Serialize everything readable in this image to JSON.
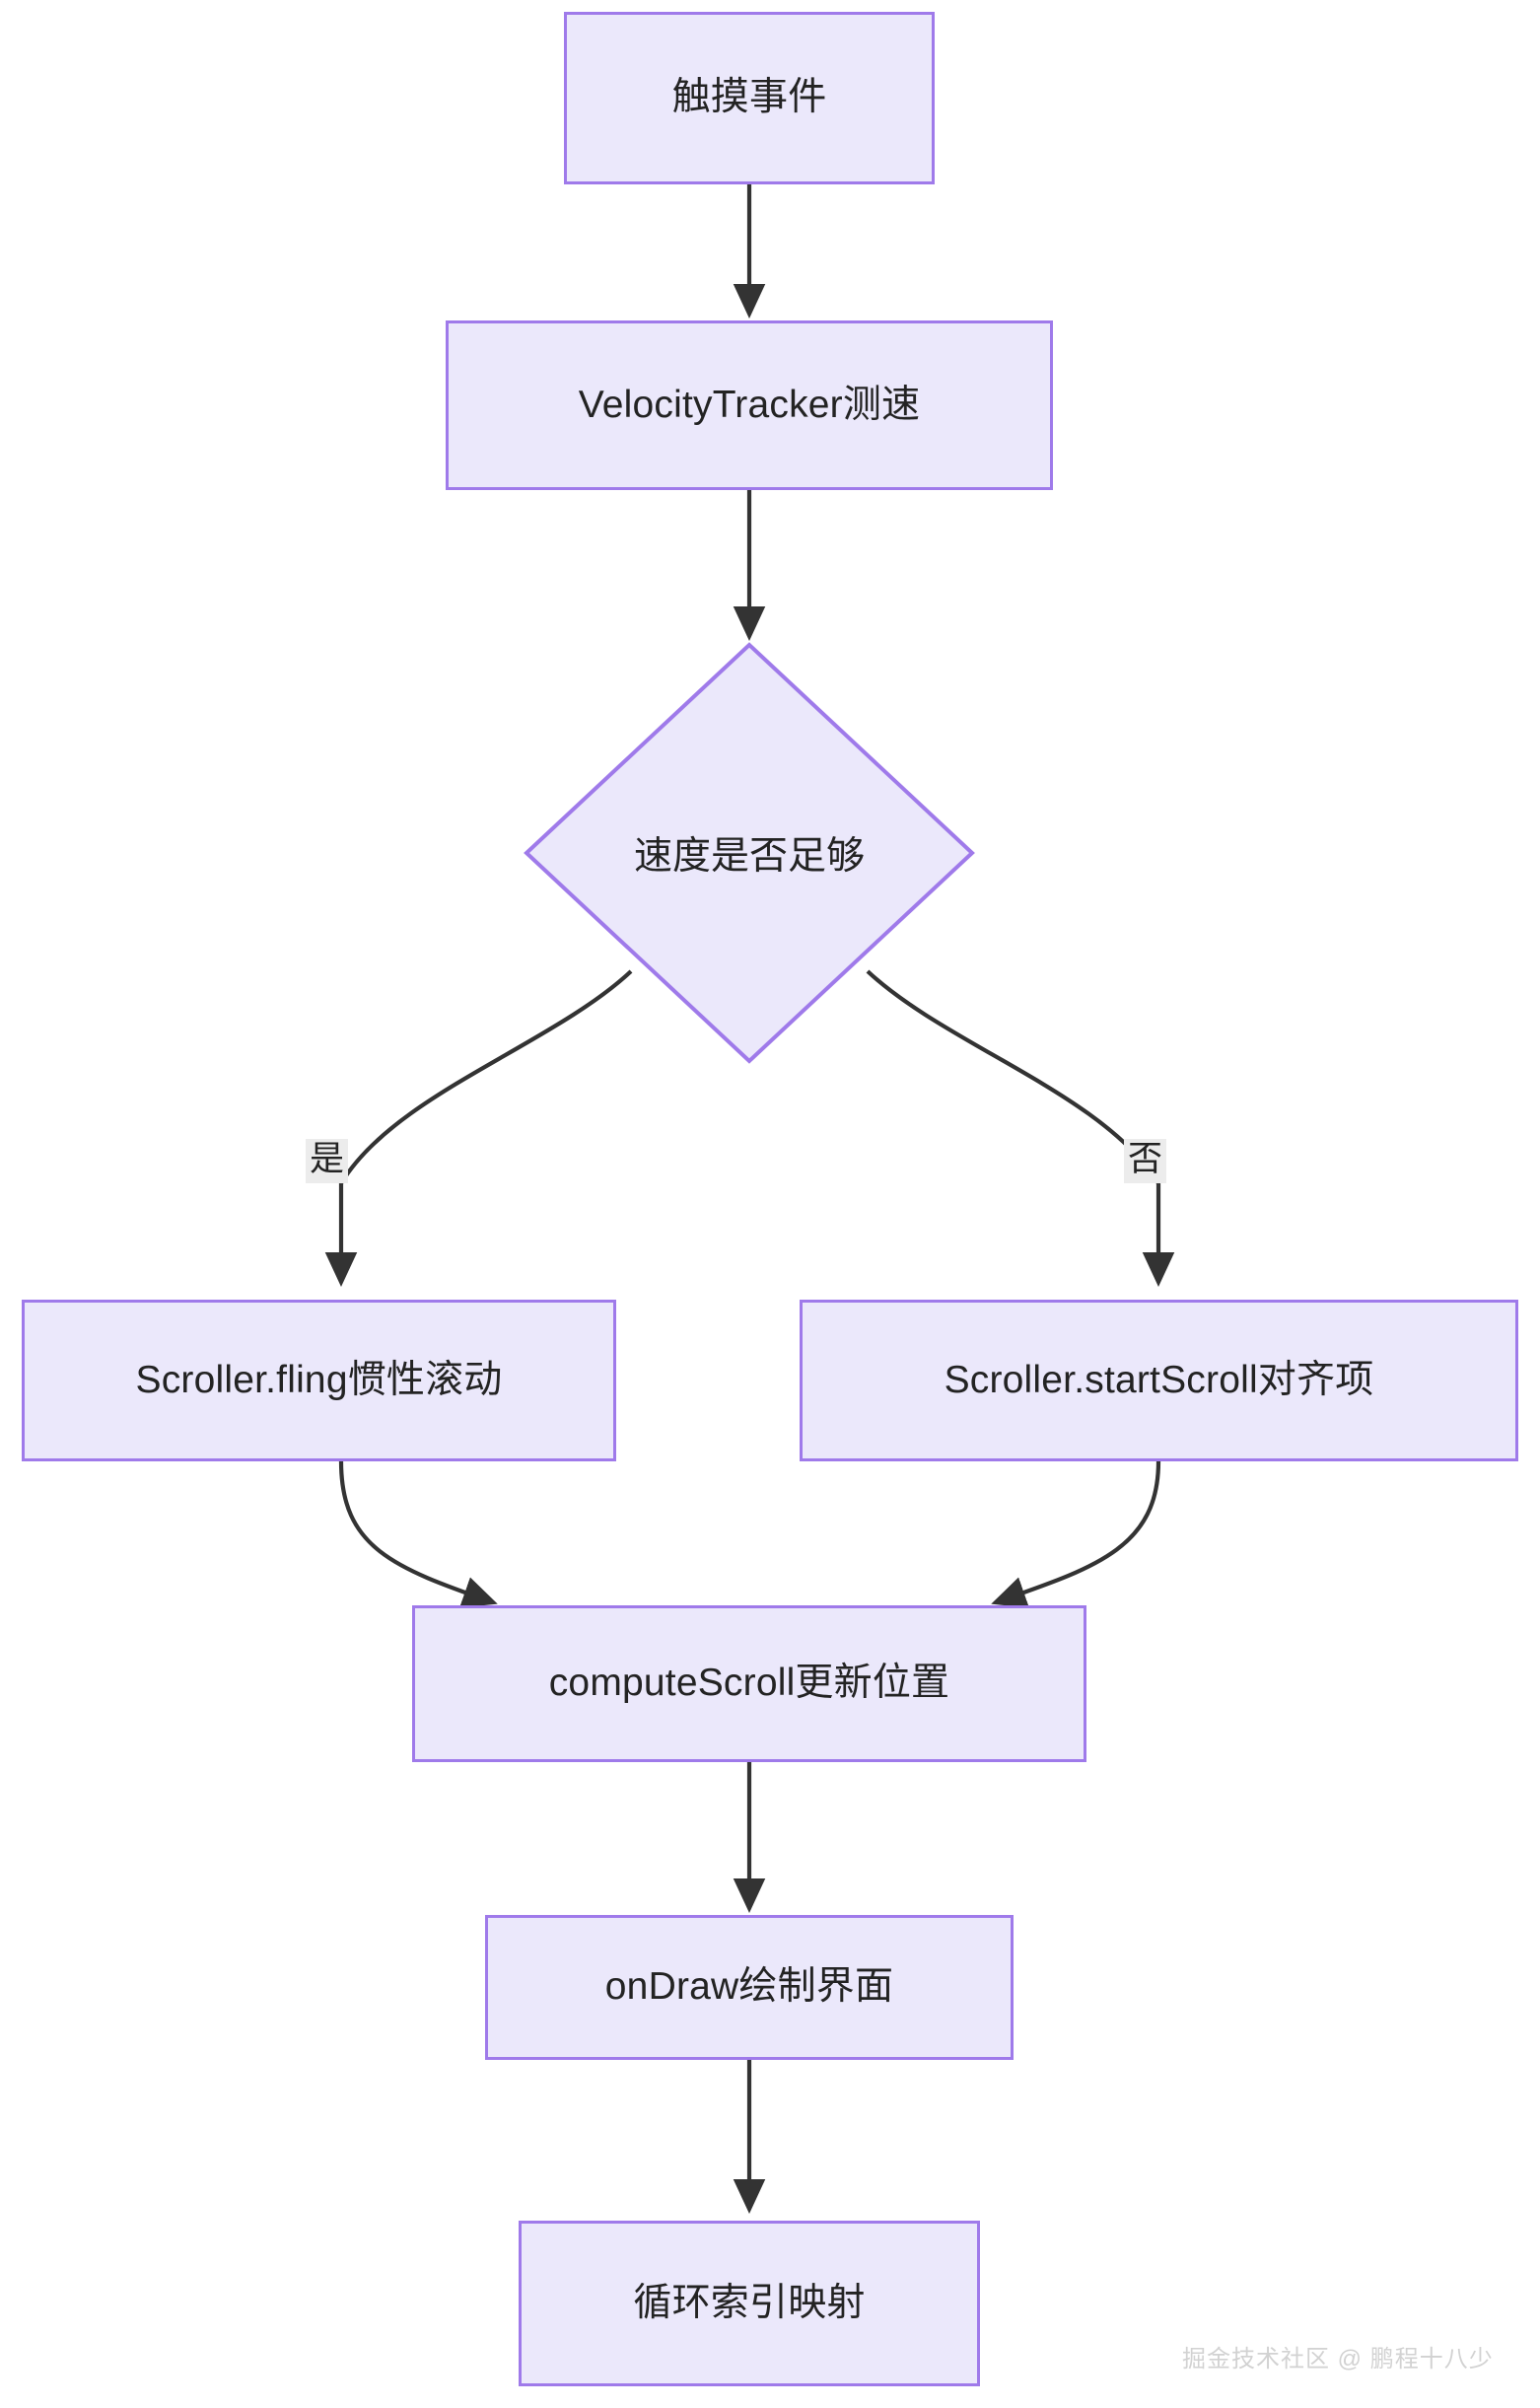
{
  "diagram": {
    "type": "flowchart",
    "direction": "top-to-bottom",
    "colors": {
      "node_fill": "#ebe8fb",
      "node_border": "#9f7aea",
      "node_text": "#232323",
      "edge_stroke": "#333333",
      "edge_label_bg": "#ececec",
      "background": "#ffffff",
      "watermark": "#d2d2d2"
    },
    "nodes": [
      {
        "id": "touch",
        "shape": "rect",
        "label": "触摸事件"
      },
      {
        "id": "velocity",
        "shape": "rect",
        "label": "VelocityTracker测速"
      },
      {
        "id": "decision",
        "shape": "diamond",
        "label": "速度是否足够"
      },
      {
        "id": "fling",
        "shape": "rect",
        "label": "Scroller.fling惯性滚动"
      },
      {
        "id": "startscroll",
        "shape": "rect",
        "label": "Scroller.startScroll对齐项"
      },
      {
        "id": "compute",
        "shape": "rect",
        "label": "computeScroll更新位置"
      },
      {
        "id": "ondraw",
        "shape": "rect",
        "label": "onDraw绘制界面"
      },
      {
        "id": "loopindex",
        "shape": "rect",
        "label": "循环索引映射"
      }
    ],
    "edges": [
      {
        "from": "touch",
        "to": "velocity",
        "label": "",
        "style": "straight-arrow"
      },
      {
        "from": "velocity",
        "to": "decision",
        "label": "",
        "style": "straight-arrow"
      },
      {
        "from": "decision",
        "to": "fling",
        "label": "是",
        "style": "curved-arrow"
      },
      {
        "from": "decision",
        "to": "startscroll",
        "label": "否",
        "style": "curved-arrow"
      },
      {
        "from": "fling",
        "to": "compute",
        "label": "",
        "style": "curved-arrow"
      },
      {
        "from": "startscroll",
        "to": "compute",
        "label": "",
        "style": "curved-arrow"
      },
      {
        "from": "compute",
        "to": "ondraw",
        "label": "",
        "style": "straight-arrow"
      },
      {
        "from": "ondraw",
        "to": "loopindex",
        "label": "",
        "style": "straight-arrow"
      }
    ]
  },
  "watermark": {
    "text": "掘金技术社区 @ 鹏程十八少"
  }
}
